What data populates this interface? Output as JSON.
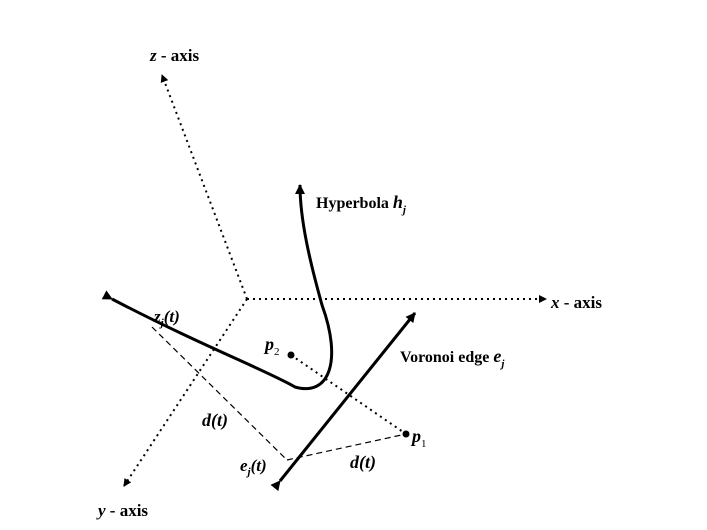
{
  "axes": {
    "x": {
      "var": "x",
      "suffix": " - axis"
    },
    "y": {
      "var": "y",
      "suffix": " - axis"
    },
    "z": {
      "var": "z",
      "suffix": " - axis"
    }
  },
  "hyperbola": {
    "text": "Hyperbola ",
    "var": "h",
    "sub": "j"
  },
  "voronoi": {
    "text": "Voronoi edge ",
    "var": "e",
    "sub": "j"
  },
  "zjt": {
    "var": "z",
    "sub": "j",
    "arg": "(t)"
  },
  "ejt": {
    "var": "e",
    "sub": "j",
    "arg": "(t)"
  },
  "p1": {
    "var": "p",
    "sub": "1"
  },
  "p2": {
    "var": "p",
    "sub": "2"
  },
  "d1": {
    "text": "d(t)"
  },
  "d2": {
    "text": "d(t)"
  }
}
